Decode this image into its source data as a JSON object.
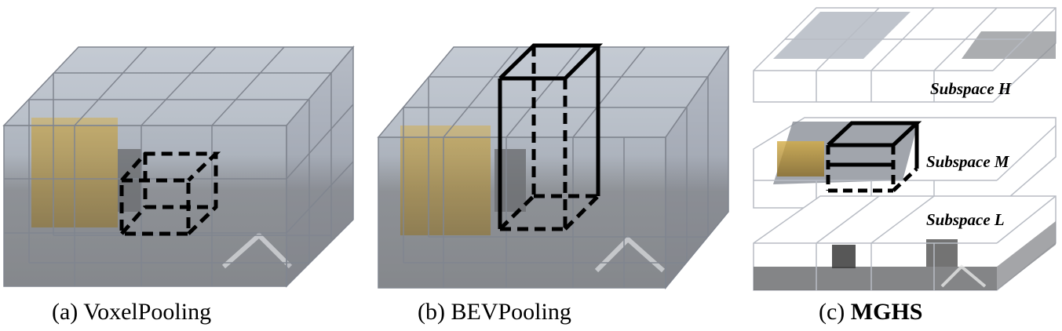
{
  "panels": [
    {
      "prefix": "(a) ",
      "name": "VoxelPooling"
    },
    {
      "prefix": "(b) ",
      "name": "BEVPooling"
    },
    {
      "prefix": "(c) ",
      "name": "MGHS"
    }
  ],
  "subspaces": {
    "high": "Subspace H",
    "medium": "Subspace M",
    "low": "Subspace L"
  },
  "colors": {
    "grid_line": "#8a8f99",
    "grid_fill": "#9aa3b3",
    "sky": "#c9ced6",
    "road": "#6b6b6b",
    "truck": "#c9a23a",
    "highlight": "#000000"
  }
}
